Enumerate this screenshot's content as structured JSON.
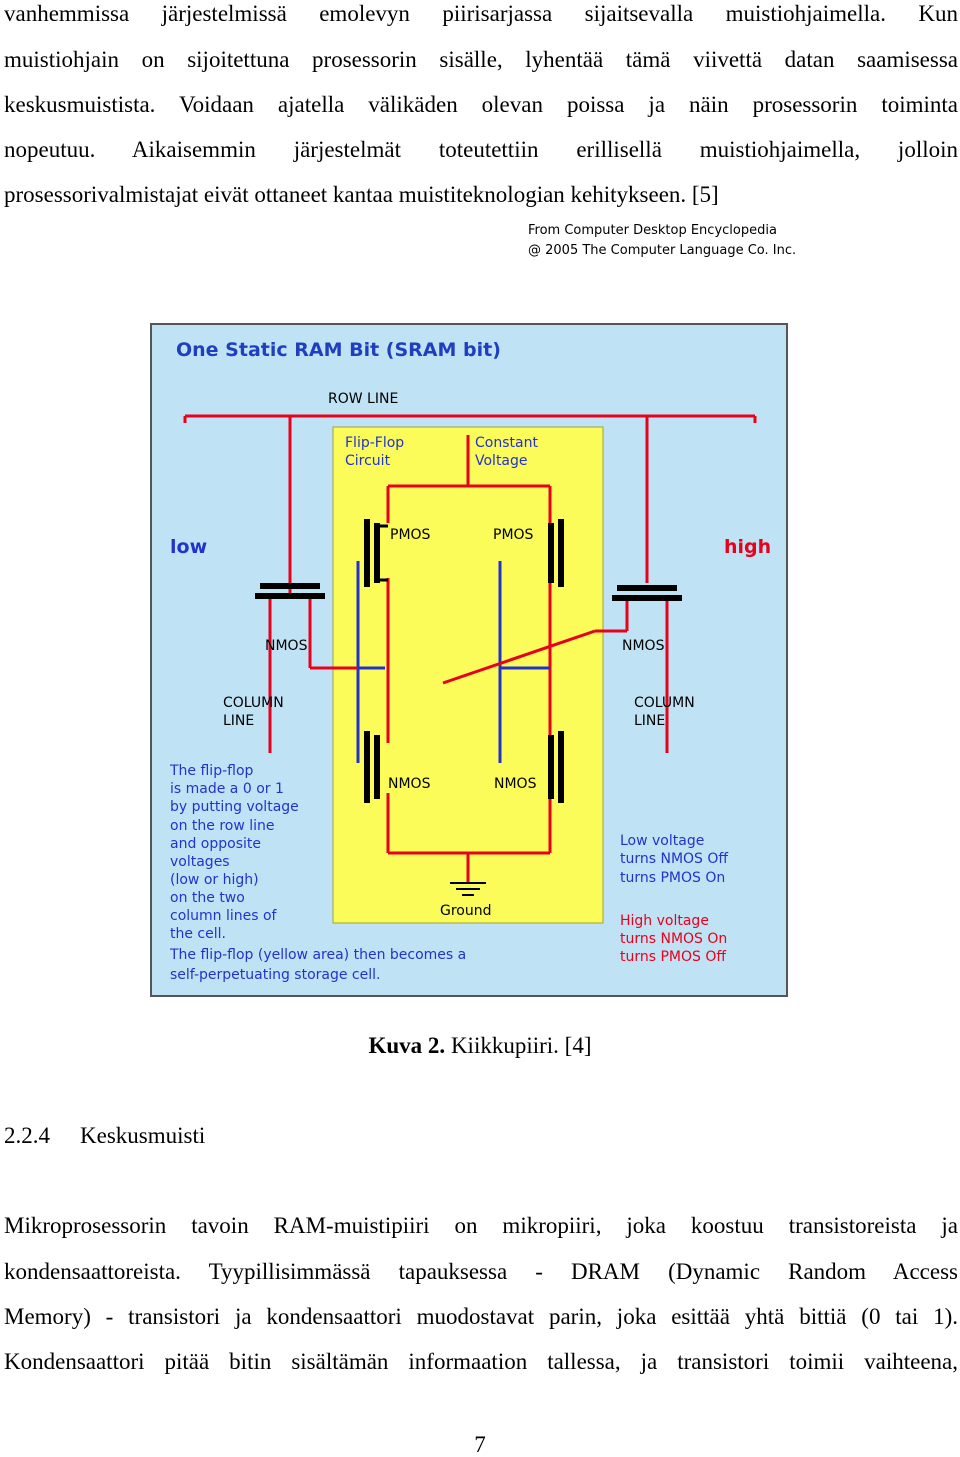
{
  "top_paragraph": {
    "lines": [
      "vanhemmissa järjestelmissä emolevyn piirisarjassa sijaitsevalla muistiohjaimella. Kun",
      "muistiohjain on sijoitettuna prosessorin sisälle, lyhentää tämä viivettä datan saamisessa",
      "keskusmuistista. Voidaan ajatella välikäden olevan poissa ja näin prosessorin toiminta",
      "nopeutuu. Aikaisemmin järjestelmät toteutettiin erillisellä muistiohjaimella, jolloin",
      "prosessorivalmistajat eivät ottaneet kantaa muistiteknologian kehitykseen. [5]"
    ]
  },
  "figure": {
    "credit_line1": "From Computer Desktop Encyclopedia",
    "credit_line2": "@ 2005 The Computer Language Co. Inc.",
    "title": "One Static RAM Bit (SRAM bit)",
    "row_line": "ROW LINE",
    "flipflop_label_1": "Flip-Flop",
    "flipflop_label_2": "Circuit",
    "constant_label_1": "Constant",
    "constant_label_2": "Voltage",
    "low": "low",
    "high": "high",
    "pmos_left": "PMOS",
    "pmos_right": "PMOS",
    "nmos_left_access": "NMOS",
    "nmos_right_access": "NMOS",
    "nmos_left_bottom": "NMOS",
    "nmos_right_bottom": "NMOS",
    "column_left_1": "COLUMN",
    "column_left_2": "LINE",
    "column_right_1": "COLUMN",
    "column_right_2": "LINE",
    "ground": "Ground",
    "note_left": [
      "The flip-flop",
      "is made a 0 or 1",
      "by putting voltage",
      "on the row line",
      "and opposite",
      "voltages",
      "(low or high)",
      "on the two",
      "column lines of",
      "the cell.",
      "The flip-flop (yellow area) then becomes a",
      "self-perpetuating storage cell."
    ],
    "note_low": [
      "Low voltage",
      "turns NMOS Off",
      "turns PMOS On"
    ],
    "note_high": [
      "High voltage",
      "turns NMOS On",
      "turns PMOS Off"
    ],
    "colors": {
      "title_blue": "#1f3fbf",
      "text_blue": "#2233cc",
      "wire_red": "#e8001c",
      "panel_yellow": "#fbfb5a",
      "panel_bg": "#bfe3f5"
    }
  },
  "caption": {
    "bold": "Kuva 2.",
    "rest": " Kiikkupiiri. [4]"
  },
  "section": {
    "number": "2.2.4",
    "title": "Keskusmuisti"
  },
  "bottom_paragraph": {
    "lines": [
      "Mikroprosessorin tavoin RAM-muistipiiri on mikropiiri, joka koostuu transistoreista ja",
      "kondensaattoreista. Tyypillisimmässä tapauksessa - DRAM (Dynamic Random Access",
      "Memory) - transistori ja kondensaattori muodostavat parin, joka esittää yhtä bittiä (0 tai 1).",
      "Kondensaattori pitää bitin sisältämän informaation tallessa, ja transistori toimii vaihteena,"
    ]
  },
  "page_number": "7"
}
